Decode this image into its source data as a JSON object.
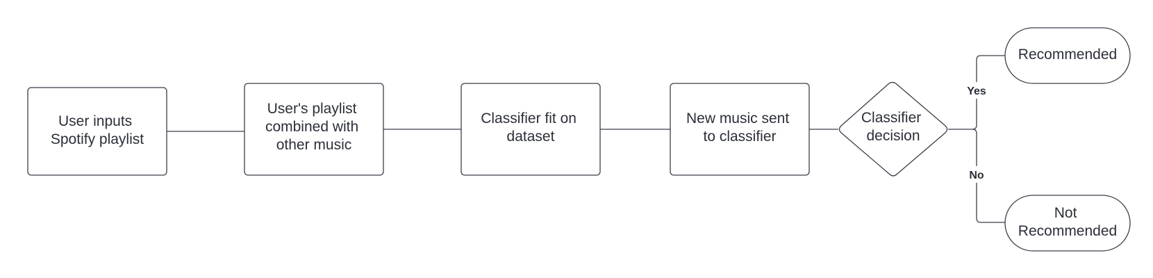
{
  "diagram": {
    "nodes": {
      "user_inputs": {
        "lines": [
          "User inputs",
          "Spotify playlist"
        ]
      },
      "combined": {
        "lines": [
          "User's playlist",
          "combined with",
          "other music"
        ]
      },
      "classifier_fit": {
        "lines": [
          "Classifier fit on",
          "dataset"
        ]
      },
      "new_music": {
        "lines": [
          "New music sent",
          "to classifier"
        ]
      },
      "decision": {
        "lines": [
          "Classifier",
          "decision"
        ]
      },
      "recommended": {
        "lines": [
          "Recommended"
        ]
      },
      "not_recommended": {
        "lines": [
          "Not",
          "Recommended"
        ]
      }
    },
    "edges": {
      "yes_label": "Yes",
      "no_label": "No"
    }
  }
}
